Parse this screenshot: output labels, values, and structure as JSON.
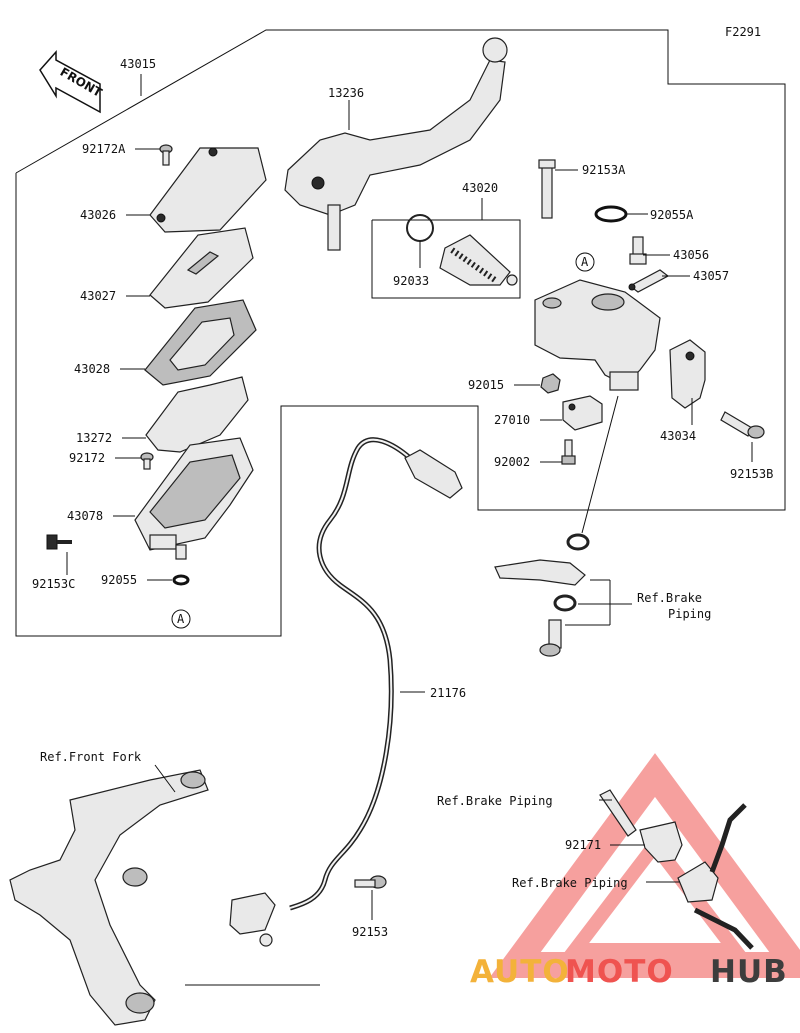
{
  "figure_code": "F2291",
  "front_label": "FRONT",
  "callouts": {
    "assy_43015": "43015",
    "lever_13236": "13236",
    "piston_43020": "43020",
    "bolt_92153A": "92153A",
    "oring_92055A": "92055A",
    "bleeder_43056": "43056",
    "boot_43057": "43057",
    "screw_92172A": "92172A",
    "cap_43026": "43026",
    "plate_43027": "43027",
    "diaphragm_43028": "43028",
    "plate_13272": "13272",
    "screw_92172": "92172",
    "reservoir_43078": "43078",
    "bolt_92153C": "92153C",
    "oring_92055": "92055",
    "circlip_92033": "92033",
    "nut_92015": "92015",
    "switch_27010": "27010",
    "screw_92002": "92002",
    "holder_43034": "43034",
    "bolt_92153B": "92153B",
    "sensor_21176": "21176",
    "bolt_92153": "92153",
    "bolt_92171": "92171"
  },
  "references": {
    "brake_piping_line1": "Ref.Brake",
    "brake_piping_line2": "Piping",
    "front_fork": "Ref.Front Fork",
    "brake_piping_a": "Ref.Brake Piping",
    "brake_piping_b": "Ref.Brake Piping"
  },
  "markers": {
    "a_top": "A",
    "a_bottom": "A"
  },
  "watermark": {
    "part1": "AUTO",
    "part2": "MOTO",
    "part3": "HUB",
    "color1": "#f3b23a",
    "color2": "#ef5350",
    "color3": "#3d3d3d"
  }
}
